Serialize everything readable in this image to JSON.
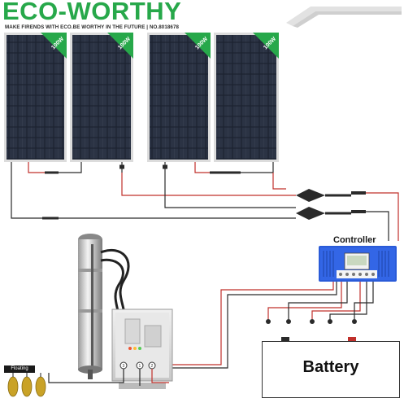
{
  "header": {
    "brand": "ECO-WORTHY",
    "tagline": "MAKE FIRENDS WITH ECO.BE WORTHY IN THE FUTURE  | NO.8018678"
  },
  "panels": {
    "badges": [
      "100W",
      "100W",
      "100W",
      "100W"
    ]
  },
  "controller": {
    "label": "Controller"
  },
  "battery": {
    "label": "Battery"
  },
  "float_switch": {
    "label": "Floating"
  },
  "colors": {
    "brand_green": "#27a84a",
    "panel_cell": "#1c2230",
    "controller_blue": "#2a5bd8",
    "wire_red": "#c0302b",
    "wire_black": "#2a2a2a"
  }
}
